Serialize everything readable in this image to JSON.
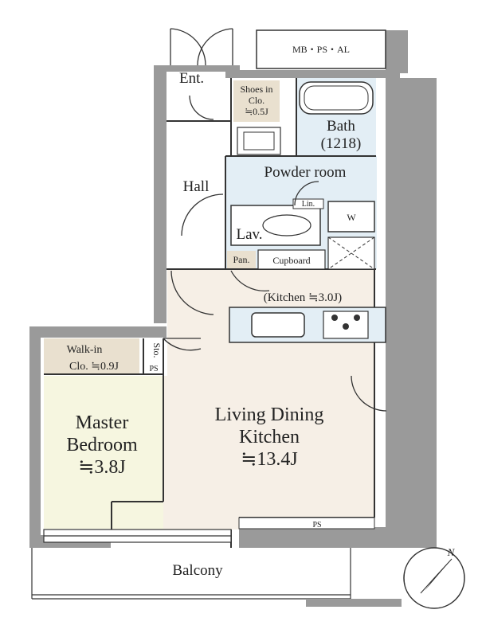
{
  "labels": {
    "mb_ps_al": "MB・PS・AL",
    "ent": "Ent.",
    "shoes_line1": "Shoes in",
    "shoes_line2": "Clo.",
    "shoes_line3": "≒0.5J",
    "bath_line1": "Bath",
    "bath_line2": "(1218)",
    "hall": "Hall",
    "powder_room": "Powder room",
    "lin": "Lin.",
    "w": "W",
    "lav": "Lav.",
    "pan": "Pan.",
    "cupboard": "Cupboard",
    "kitchen": "(Kitchen ≒3.0J)",
    "walkin_line1": "Walk-in",
    "walkin_line2": "Clo. ≒0.9J",
    "sto": "Sto.",
    "ps_small": "PS",
    "ps_bottom": "PS",
    "bedroom_line1": "Master",
    "bedroom_line2": "Bedroom",
    "bedroom_line3": "≒3.8J",
    "ldk_line1": "Living Dining",
    "ldk_line2": "Kitchen",
    "ldk_line3": "≒13.4J",
    "balcony": "Balcony",
    "north": "N"
  },
  "colors": {
    "wall": "#9a9a9a",
    "ldk_floor": "#f6efe6",
    "bedroom_floor": "#f6f6e0",
    "wet_area": "#e3eef5",
    "storage": "#e9e0cf",
    "line": "#333333"
  }
}
